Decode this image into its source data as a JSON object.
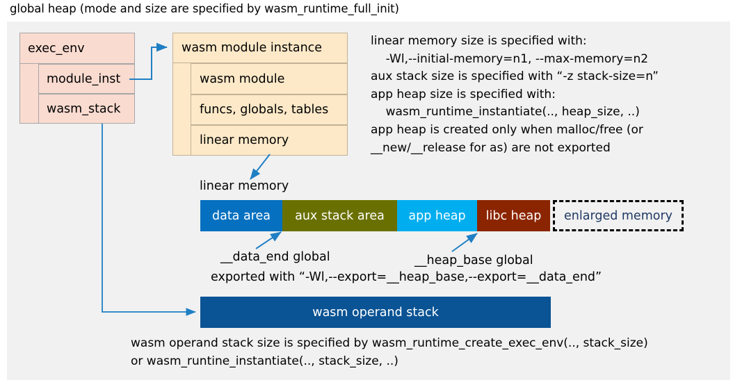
{
  "title": "global heap (mode and size are specified by wasm_runtime_full_init)",
  "colors": {
    "canvas_bg": "#f1f1f1",
    "exec_env_fill": "#fadbd0",
    "module_fill": "#fde9c8",
    "arrow": "#1f7fc4",
    "data_area": "#0670c0",
    "aux_stack_area": "#6a7000",
    "app_heap": "#00aeef",
    "libc_heap": "#8b2500",
    "enlarged_memory_text": "#1f3864",
    "operand_stack": "#0a5394"
  },
  "exec_env": {
    "header": "exec_env",
    "fields": [
      {
        "label": "module_inst"
      },
      {
        "label": "wasm_stack"
      }
    ]
  },
  "module_instance": {
    "header": "wasm module instance",
    "fields": [
      {
        "label": "wasm module"
      },
      {
        "label": "funcs, globals, tables"
      },
      {
        "label": "linear memory"
      }
    ]
  },
  "notes": "linear memory size is specified with:\n    -Wl,--initial-memory=n1, --max-memory=n2\naux stack size is specified with “-z stack-size=n”\napp heap size is specified with:\n    wasm_runtime_instantiate(.., heap_size, ..)\napp heap is created only when malloc/free (or\n__new/__release for as) are not exported",
  "linear_memory": {
    "label": "linear memory",
    "segments": [
      {
        "label": "data area",
        "color": "#0670c0",
        "width": 118,
        "style": "solid"
      },
      {
        "label": "aux stack area",
        "color": "#6a7000",
        "width": 165,
        "style": "solid"
      },
      {
        "label": "app heap",
        "color": "#00aeef",
        "width": 115,
        "style": "solid"
      },
      {
        "label": "libc heap",
        "color": "#8b2500",
        "width": 105,
        "style": "solid"
      },
      {
        "label": "enlarged memory",
        "color": "#f1f1f1",
        "width": 188,
        "style": "dashed"
      }
    ]
  },
  "annotations": {
    "data_end": "__data_end global",
    "heap_base": "__heap_base global",
    "exported_with": "exported with “-Wl,--export=__heap_base,--export=__data_end”"
  },
  "operand_stack": {
    "label": "wasm operand stack"
  },
  "footer": "wasm operand stack size is specified by wasm_runtime_create_exec_env(.., stack_size)\nor wasm_runtine_instantiate(.., stack_size, ..)"
}
